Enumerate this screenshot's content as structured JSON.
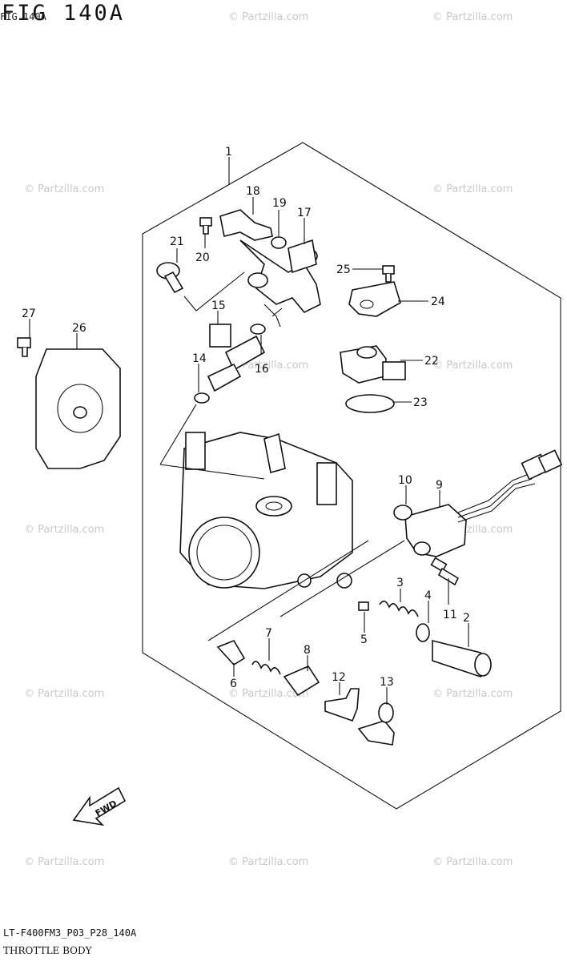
{
  "figure": {
    "title": "FIG 140A",
    "code": "FIG 140A"
  },
  "footer": {
    "code": "LT-F400FM3_P03_P28_140A",
    "title": "THROTTLE BODY"
  },
  "watermark": "© Partzilla.com",
  "fwd_label": "FWD",
  "callouts": [
    "1",
    "2",
    "3",
    "4",
    "5",
    "6",
    "7",
    "8",
    "9",
    "10",
    "11",
    "12",
    "13",
    "14",
    "15",
    "16",
    "17",
    "18",
    "19",
    "20",
    "21",
    "22",
    "23",
    "24",
    "25",
    "26",
    "27"
  ]
}
